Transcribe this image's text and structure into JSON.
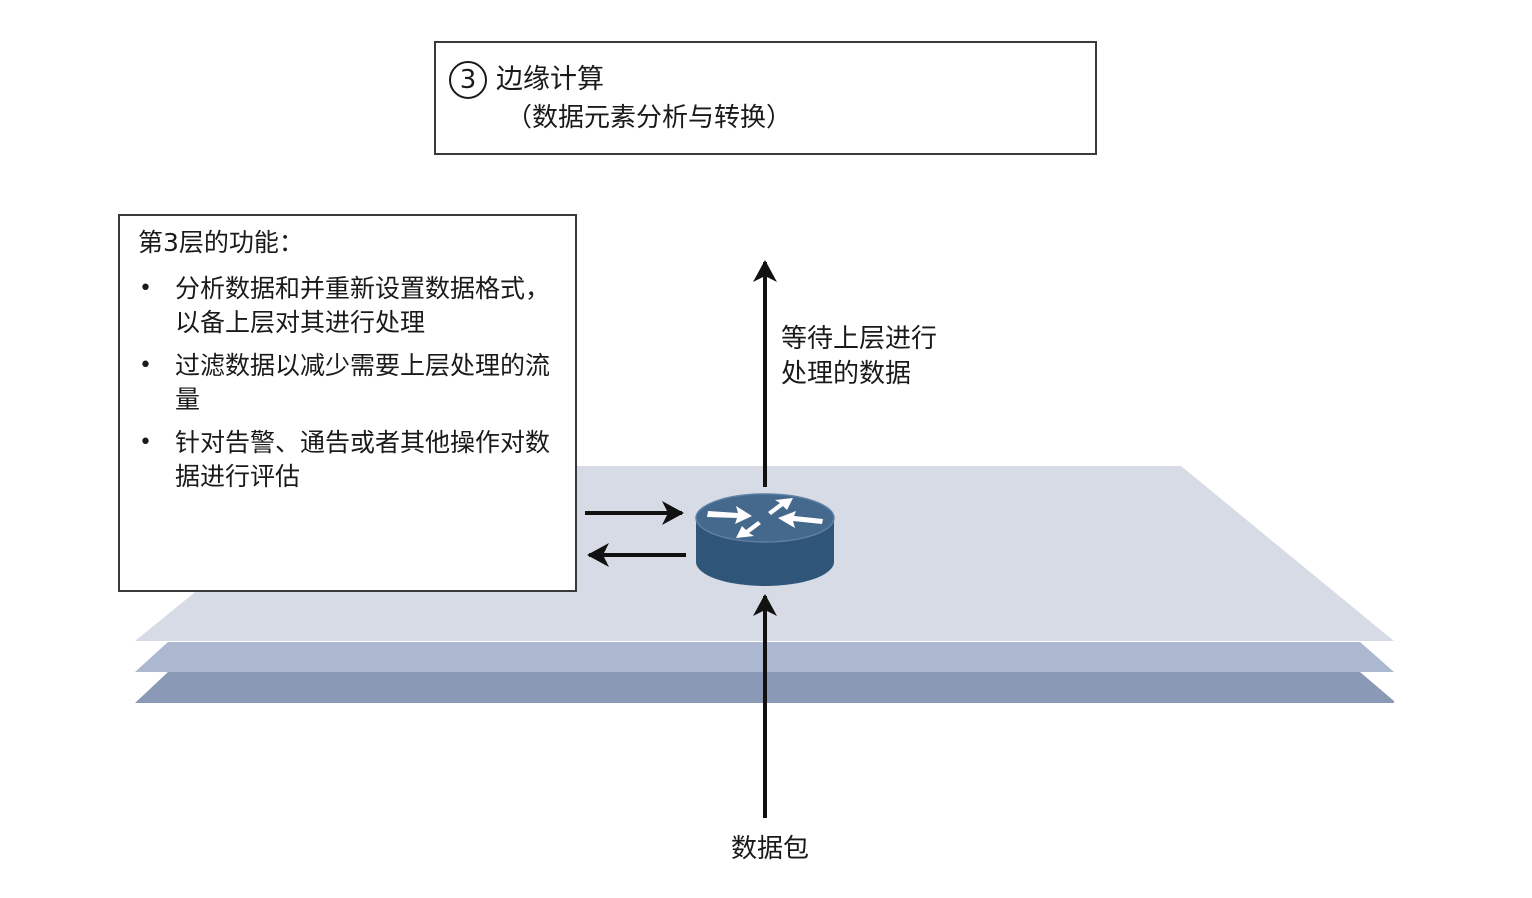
{
  "colors": {
    "layer_top": "#d6dbe6",
    "layer_middle": "#abb8cf",
    "layer_bottom": "#8a9ab6",
    "router_top": "#45698d",
    "router_side": "#2f5579",
    "arrow": "#111111",
    "box_border": "#3a3a3a"
  },
  "title_box": {
    "number": "3",
    "title": "边缘计算",
    "subtitle": "（数据元素分析与转换）"
  },
  "functions_box": {
    "heading": "第3层的功能：",
    "items": [
      {
        "bullet": "•",
        "text": "分析数据和并重新设置数据格式，以备上层对其进行处理"
      },
      {
        "bullet": "•",
        "text": "过滤数据以减少需要上层处理的流量"
      },
      {
        "bullet": "•",
        "text": "针对告警、通告或者其他操作对数据进行评估"
      }
    ]
  },
  "router": {
    "icon": "router-icon"
  },
  "labels": {
    "upward": "等待上层进行处理的数据",
    "packets": "数据包"
  }
}
